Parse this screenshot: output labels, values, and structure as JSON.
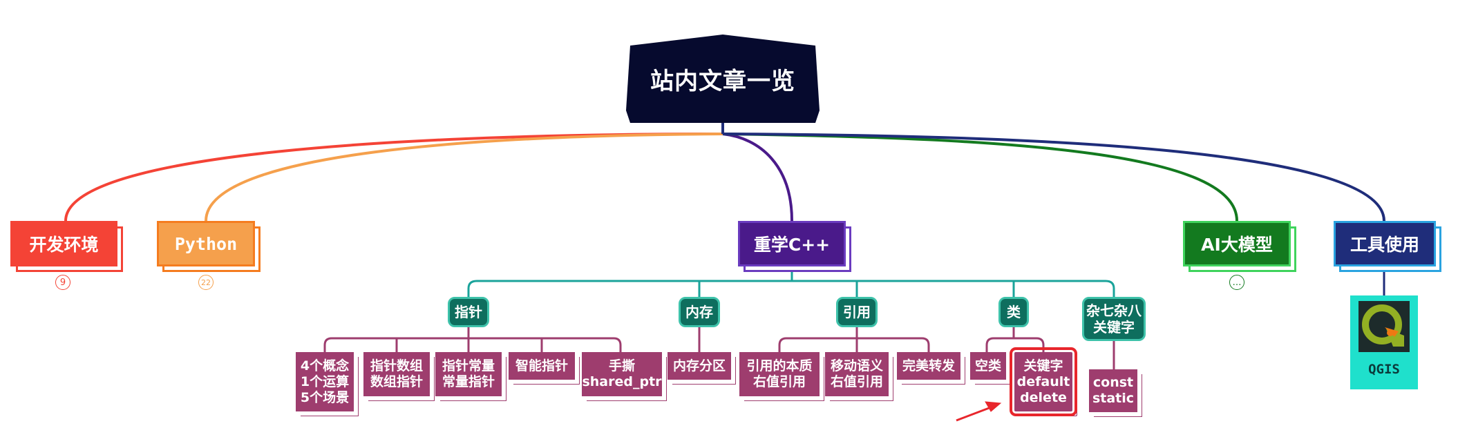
{
  "root": {
    "title": "站内文章一览"
  },
  "main_topics": [
    {
      "id": "devenv",
      "label": "开发环境",
      "color": "#f44336",
      "count": "9"
    },
    {
      "id": "python",
      "label": "Python",
      "color": "#f5a04c",
      "count": "22"
    },
    {
      "id": "cpp",
      "label": "重学C++",
      "color": "#4a1a8a",
      "accent": "#6a3bbf"
    },
    {
      "id": "ai",
      "label": "AI大模型",
      "color": "#137a1f",
      "accent": "#3fd35c",
      "count": "…"
    },
    {
      "id": "tools",
      "label": "工具使用",
      "color": "#1f2d7a",
      "accent": "#2aa3e0"
    }
  ],
  "cpp_subtopics": [
    {
      "label": "指针"
    },
    {
      "label": "内存"
    },
    {
      "label": "引用"
    },
    {
      "label": "类"
    },
    {
      "label": "杂七杂八\n关键字"
    }
  ],
  "cpp_leaves": {
    "pointer": [
      "4个概念\n1个运算\n5个场景",
      "指针数组\n数组指针",
      "指针常量\n常量指针",
      "智能指针",
      "手撕\nshared_ptr"
    ],
    "memory": [
      "内存分区"
    ],
    "reference": [
      "引用的本质\n右值引用",
      "移动语义\n右值引用",
      "完美转发"
    ],
    "class": [
      "空类",
      "关键字\ndefault\ndelete"
    ],
    "misc": [
      "const\nstatic"
    ]
  },
  "tools_card": {
    "label": "QGIS",
    "icon": "qgis-logo-icon"
  },
  "colors": {
    "root_bg": "#060a2e",
    "subtopic_line": "#1aa39a",
    "leaf_line": "#9e3d6e",
    "highlight": "#e8262c",
    "qgis_bg": "#1fe0cc"
  }
}
